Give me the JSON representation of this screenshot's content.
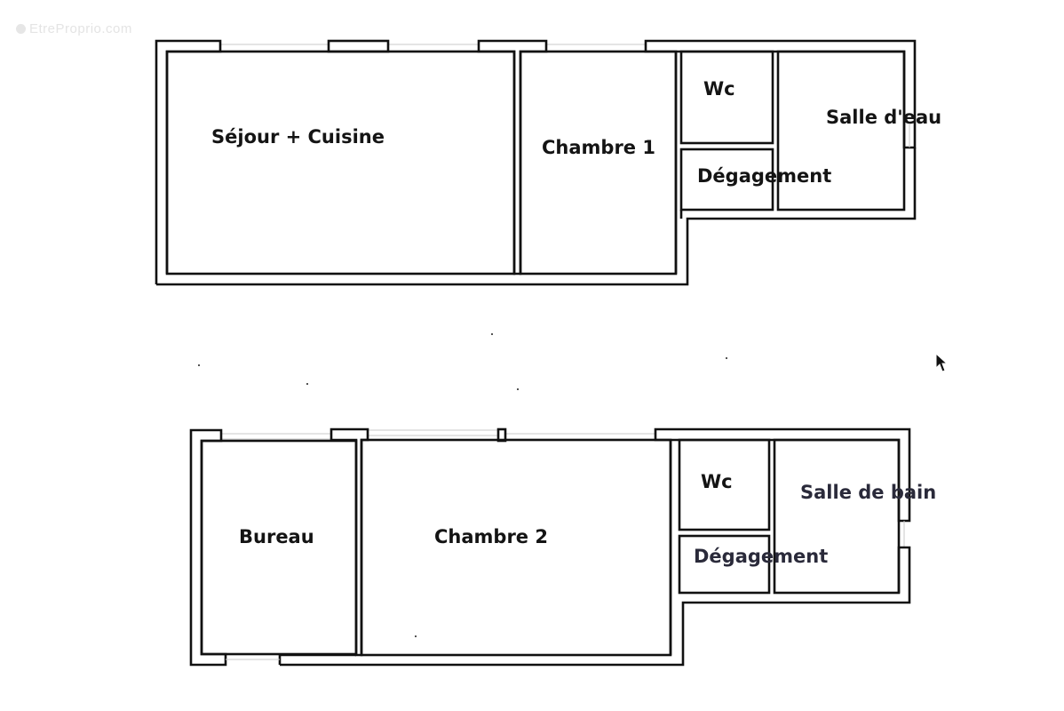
{
  "watermark": {
    "text": "EtreProprio.com"
  },
  "floors": [
    {
      "name": "floor-1",
      "rooms": [
        {
          "id": "sejour-cuisine",
          "label": "Séjour + Cuisine"
        },
        {
          "id": "chambre-1",
          "label": "Chambre 1"
        },
        {
          "id": "wc",
          "label": "Wc"
        },
        {
          "id": "degagement",
          "label": "Dégagement"
        },
        {
          "id": "salle-deau",
          "label": "Salle d'eau"
        }
      ]
    },
    {
      "name": "floor-2",
      "rooms": [
        {
          "id": "bureau",
          "label": "Bureau"
        },
        {
          "id": "chambre-2",
          "label": "Chambre 2"
        },
        {
          "id": "wc",
          "label": "Wc"
        },
        {
          "id": "degagement",
          "label": "Dégagement"
        },
        {
          "id": "salle-de-bain",
          "label": "Salle de bain"
        }
      ]
    }
  ],
  "colors": {
    "wall": "#111111",
    "window": "#c8c8c8",
    "background": "#ffffff",
    "label": "#141414"
  }
}
